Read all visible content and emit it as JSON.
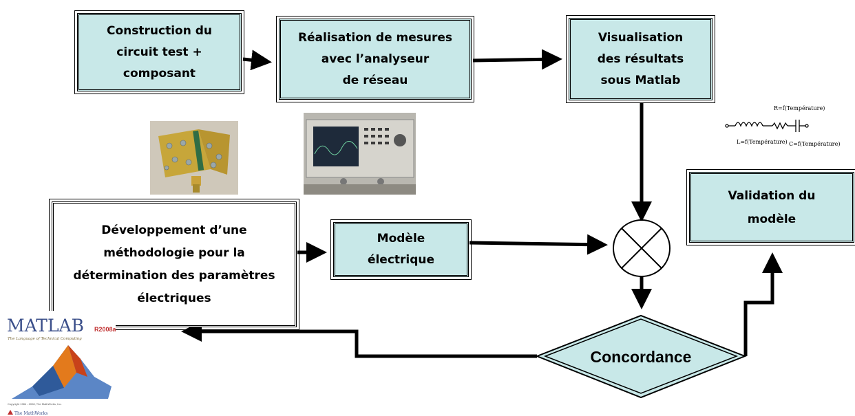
{
  "boxes": {
    "construction": [
      "Construction du",
      "circuit test +",
      "composant"
    ],
    "mesures": [
      "Réalisation de mesures",
      "avec l’analyseur",
      "de réseau"
    ],
    "visualisation": [
      "Visualisation",
      "des résultats",
      "sous Matlab"
    ],
    "methodologie": [
      "Développement d’une",
      "méthodologie pour la",
      "détermination des paramètres",
      "électriques"
    ],
    "modele": [
      "Modèle",
      "électrique"
    ],
    "validation": [
      "Validation du",
      "modèle"
    ]
  },
  "decision": "Concordance",
  "circuit": {
    "r_label": "R=f(Température)",
    "l_label": "L=f(Température)",
    "c_label": "C=f(Température)"
  },
  "matlab": {
    "logo": "MATLAB",
    "version": "R2008a",
    "tagline": "The Language of Technical Computing",
    "copyright": "Copyright 1984 - 2008, The MathWorks, Inc.",
    "company": "The MathWorks"
  },
  "colors": {
    "box_fill": "#c8e8e8",
    "line": "#000000"
  }
}
